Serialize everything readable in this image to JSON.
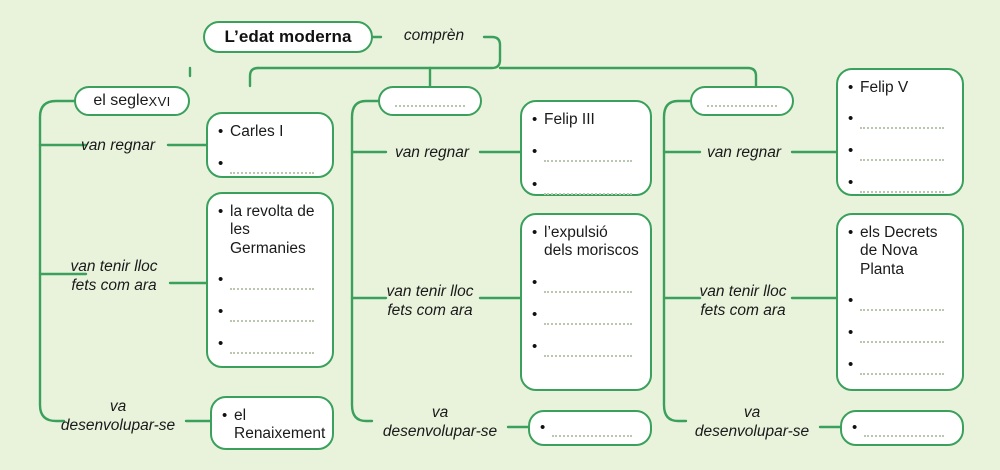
{
  "diagram": {
    "type": "concept-map",
    "language": "ca",
    "root": {
      "label": "L’edat moderna"
    },
    "root_connector_label": "comprèn",
    "colors": {
      "background": "#e9f3dc",
      "line": "#3aa05c",
      "box_fill": "#ffffff",
      "text": "#1a1a1a",
      "blank_line": "#b9c7ae"
    },
    "edge_labels": {
      "reigned": "van regnar",
      "events": "van tenir lloc\nfets com ara",
      "developed": "va\ndesenvolupar-se"
    },
    "branches": [
      {
        "id": "segle-16",
        "header": {
          "text": "el segle ",
          "smallcaps": "XVI",
          "is_blank": false
        },
        "reigned": {
          "items": [
            {
              "text": "Carles I",
              "blank": false
            },
            {
              "text": "",
              "blank": true
            }
          ]
        },
        "events": {
          "items": [
            {
              "text": "la revolta de les Germanies",
              "blank": false
            },
            {
              "text": "",
              "blank": true
            },
            {
              "text": "",
              "blank": true
            },
            {
              "text": "",
              "blank": true
            }
          ]
        },
        "developed": {
          "items": [
            {
              "text": "el Renaixement",
              "blank": false
            }
          ]
        }
      },
      {
        "id": "segle-17",
        "header": {
          "text": "",
          "smallcaps": "",
          "is_blank": true
        },
        "reigned": {
          "items": [
            {
              "text": "Felip III",
              "blank": false
            },
            {
              "text": "",
              "blank": true
            },
            {
              "text": "",
              "blank": true
            }
          ]
        },
        "events": {
          "items": [
            {
              "text": "l’expulsió dels moriscos",
              "blank": false
            },
            {
              "text": "",
              "blank": true
            },
            {
              "text": "",
              "blank": true
            },
            {
              "text": "",
              "blank": true
            }
          ]
        },
        "developed": {
          "items": [
            {
              "text": "",
              "blank": true
            }
          ]
        }
      },
      {
        "id": "segle-18",
        "header": {
          "text": "",
          "smallcaps": "",
          "is_blank": true
        },
        "reigned": {
          "items": [
            {
              "text": "Felip V",
              "blank": false
            },
            {
              "text": "",
              "blank": true
            },
            {
              "text": "",
              "blank": true
            },
            {
              "text": "",
              "blank": true
            }
          ]
        },
        "events": {
          "items": [
            {
              "text": "els Decrets de Nova Planta",
              "blank": false
            },
            {
              "text": "",
              "blank": true
            },
            {
              "text": "",
              "blank": true
            },
            {
              "text": "",
              "blank": true
            }
          ]
        },
        "developed": {
          "items": [
            {
              "text": "",
              "blank": true
            }
          ]
        }
      }
    ]
  }
}
